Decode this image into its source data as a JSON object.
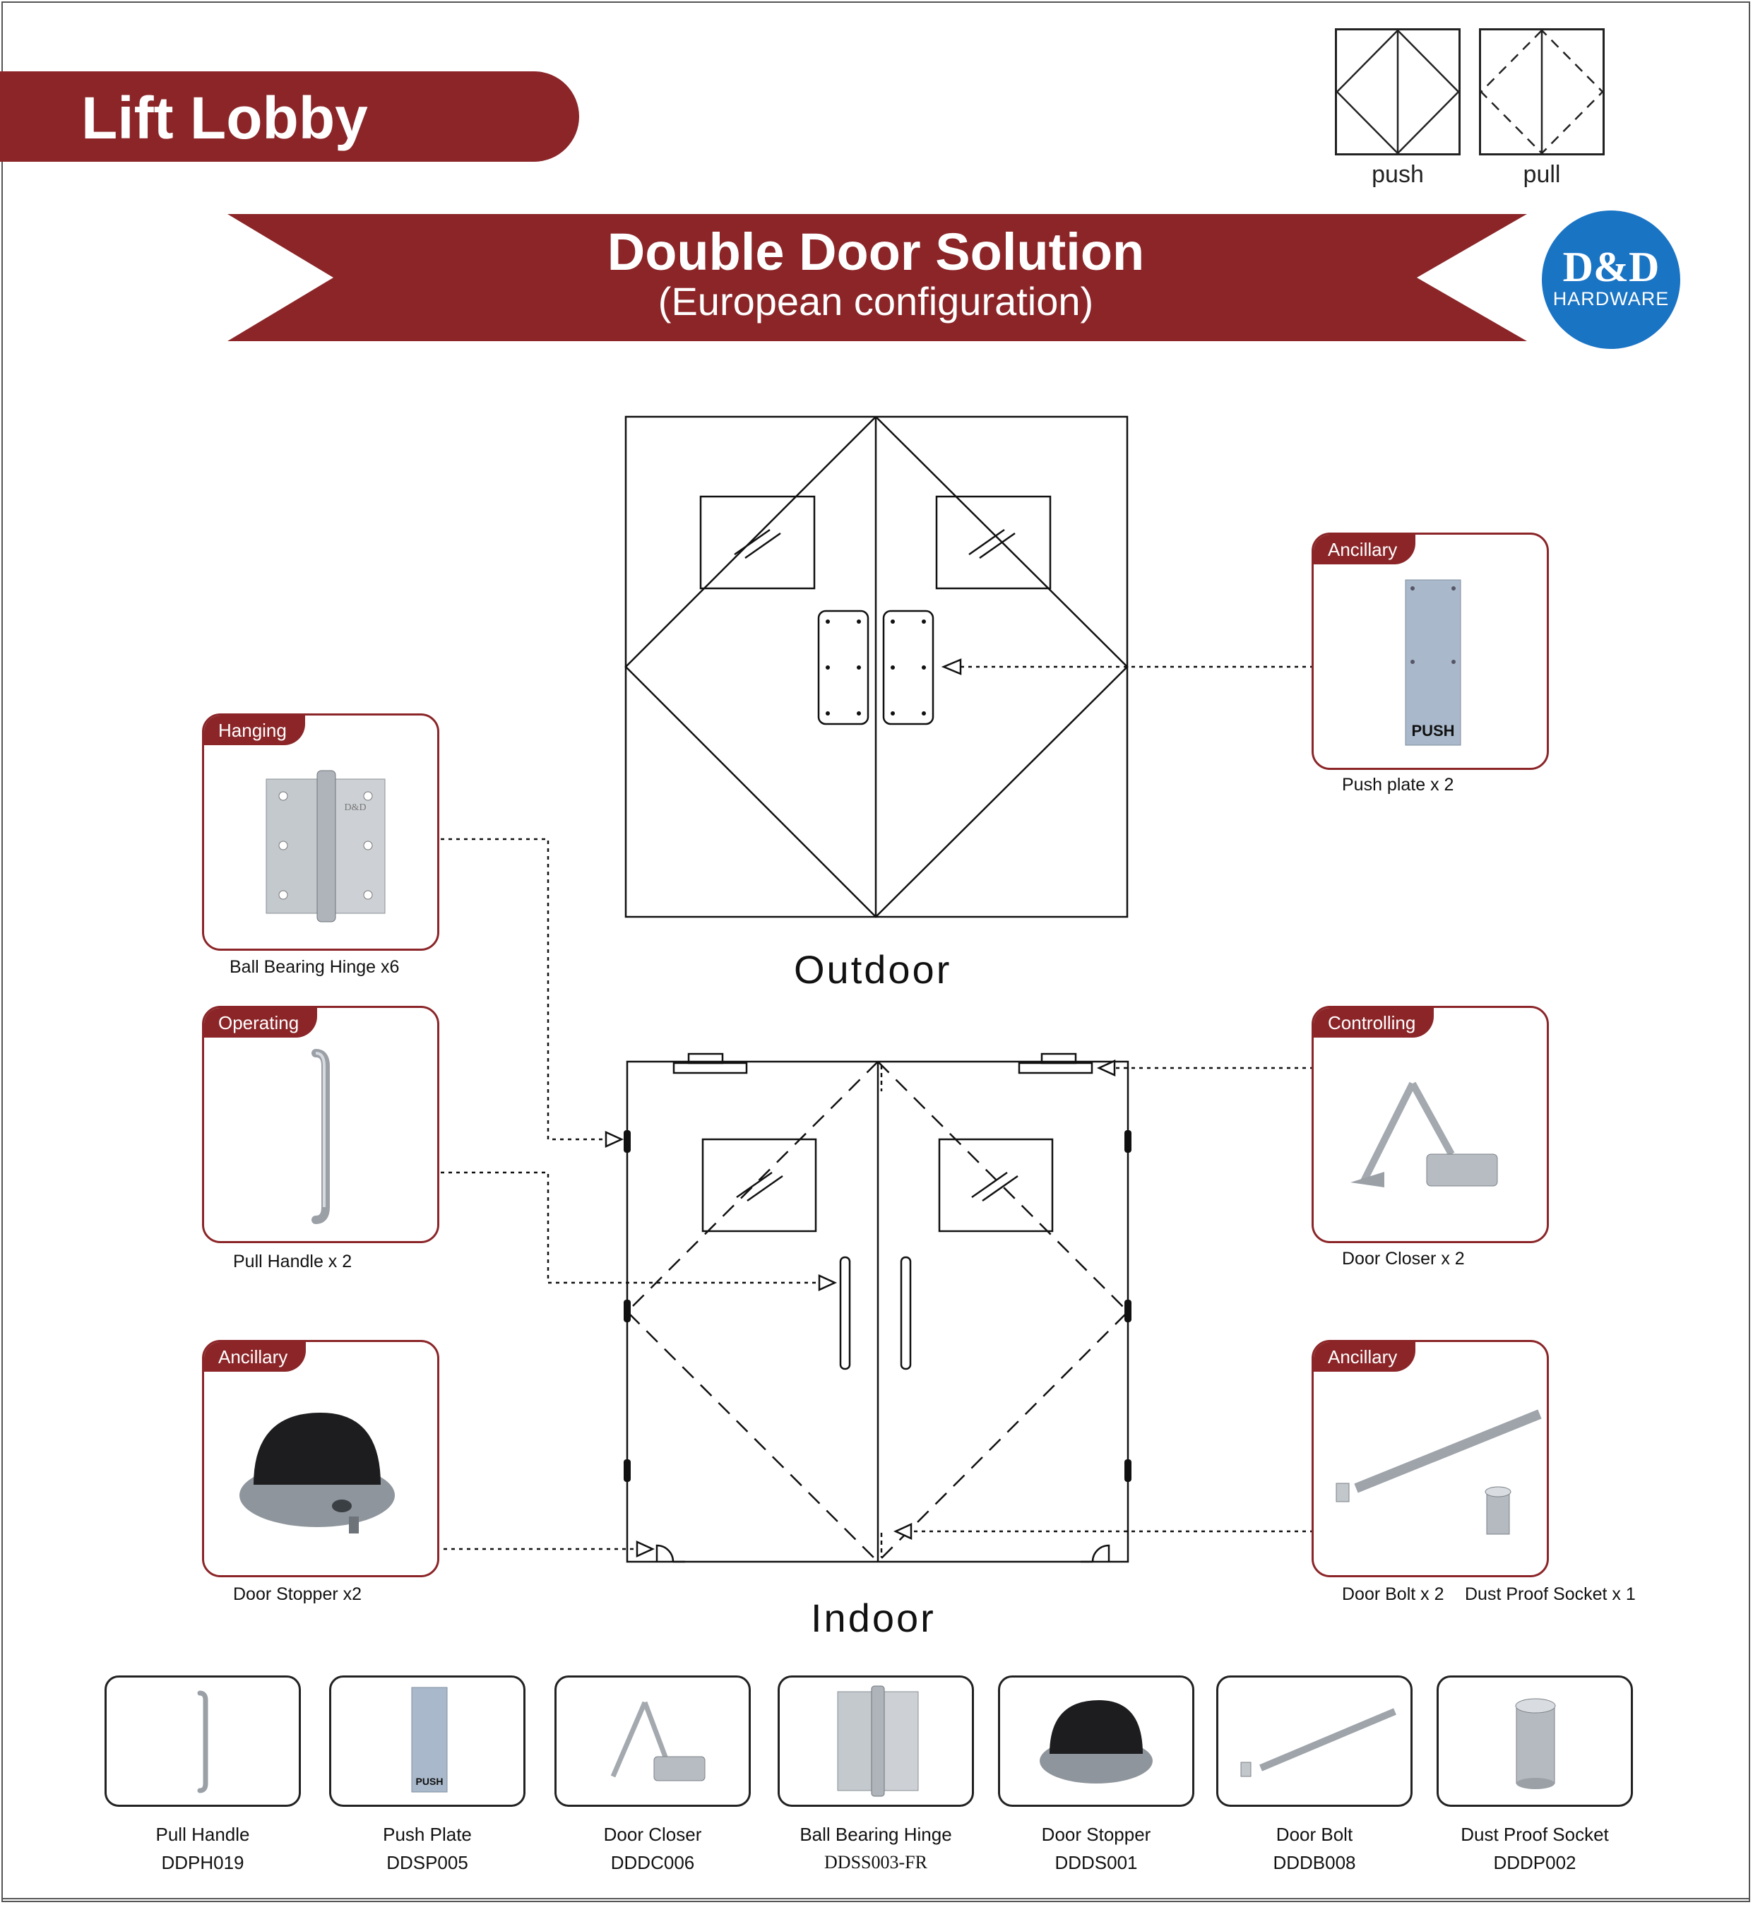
{
  "header": {
    "title": "Lift Lobby"
  },
  "legend": [
    {
      "label": "push"
    },
    {
      "label": "pull"
    }
  ],
  "ribbon": {
    "title": "Double Door Solution",
    "subtitle": "(European configuration)"
  },
  "logo": {
    "main": "D&D",
    "sub": "HARDWARE"
  },
  "diagram": {
    "outdoor_label": "Outdoor",
    "indoor_label": "Indoor"
  },
  "callouts": [
    {
      "category": "Hanging",
      "caption": "Ball Bearing Hinge x6"
    },
    {
      "category": "Operating",
      "caption": "Pull Handle x 2"
    },
    {
      "category": "Ancillary",
      "caption": "Door Stopper x2"
    },
    {
      "category": "Ancillary",
      "caption": "Push plate x 2"
    },
    {
      "category": "Controlling",
      "caption": "Door Closer x 2"
    },
    {
      "category": "Ancillary",
      "caption": "Door Bolt x 2",
      "caption2": "Dust Proof Socket x 1"
    }
  ],
  "push_plate_text": "PUSH",
  "hinge_marking": "D&D",
  "products": [
    {
      "name": "Pull Handle",
      "code": "DDPH019"
    },
    {
      "name": "Push Plate",
      "code": "DDSP005"
    },
    {
      "name": "Door Closer",
      "code": "DDDC006"
    },
    {
      "name": "Ball Bearing Hinge",
      "code": "DDSS003-FR"
    },
    {
      "name": "Door Stopper",
      "code": "DDDS001"
    },
    {
      "name": "Door Bolt",
      "code": "DDDB008"
    },
    {
      "name": "Dust Proof Socket",
      "code": "DDDP002"
    }
  ],
  "colors": {
    "brand_red": "#8b2528",
    "logo_blue": "#1a74c4",
    "metal": "#b9bec4"
  }
}
